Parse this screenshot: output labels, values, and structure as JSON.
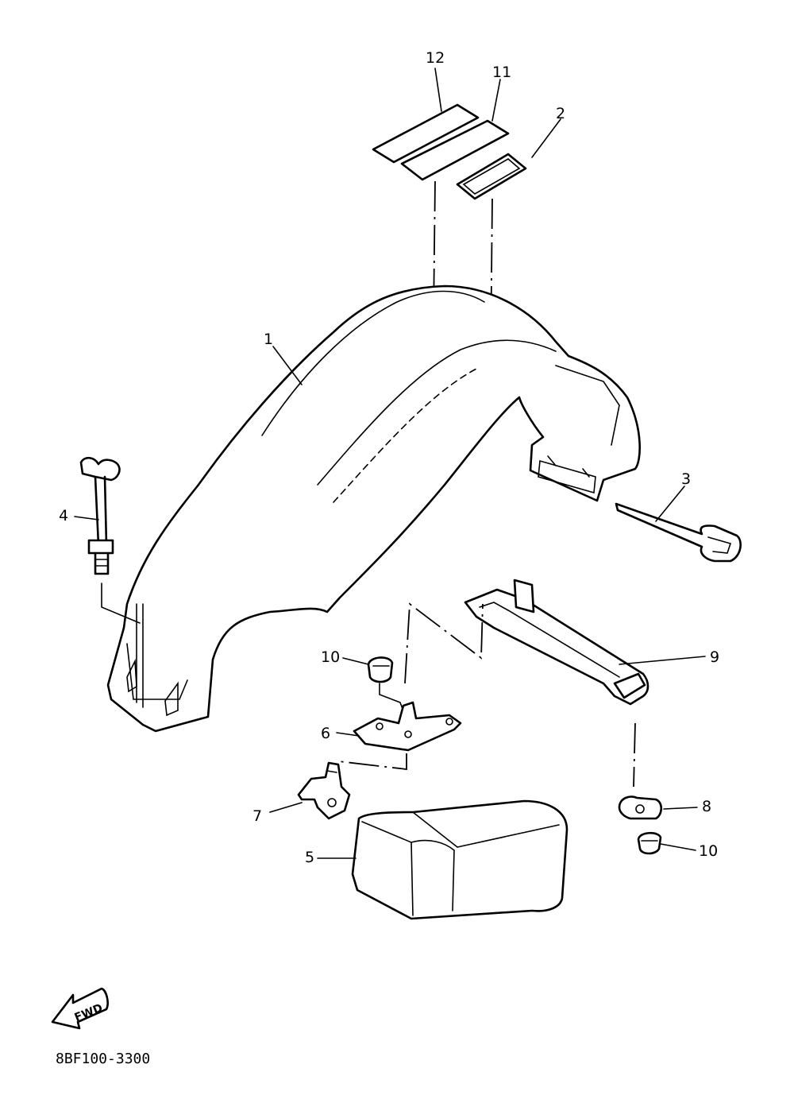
{
  "callouts": {
    "c1": "1",
    "c2": "2",
    "c3": "3",
    "c4": "4",
    "c5": "5",
    "c6": "6",
    "c7": "7",
    "c8": "8",
    "c9": "9",
    "c10a": "10",
    "c10b": "10",
    "c11": "11",
    "c12": "12"
  },
  "fwd_label": "FWD",
  "drawing_number": "8BF100-3300"
}
